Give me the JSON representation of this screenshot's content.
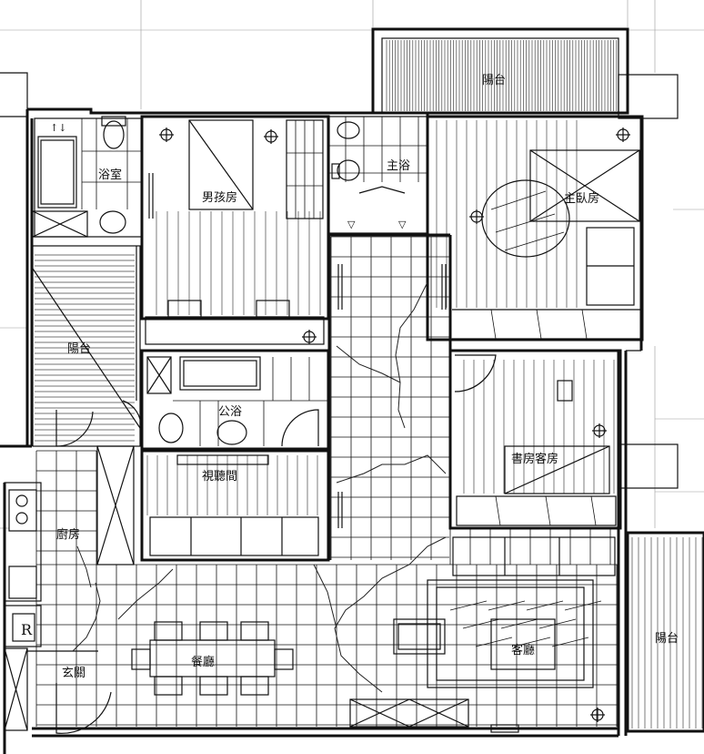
{
  "rooms": {
    "balcony_top": "陽台",
    "bathroom_left": "浴室",
    "mens_bedroom": "男孩房",
    "master_bath": "主浴",
    "master_bedroom": "主臥房",
    "balcony_left": "陽台",
    "public_bath": "公浴",
    "av_room": "視聽間",
    "study_room": "書房客房",
    "kitchen": "廚房",
    "dining": "餐廳",
    "living": "客廳",
    "entrance": "玄關",
    "balcony_right": "陽台",
    "fridge_mark": "R"
  }
}
